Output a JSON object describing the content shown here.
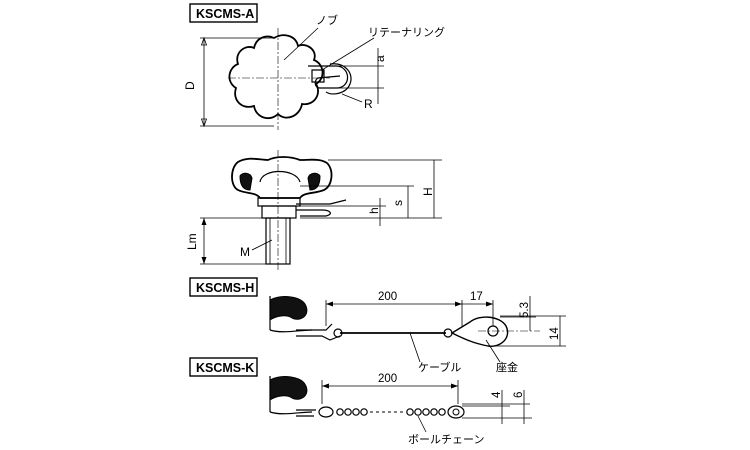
{
  "labels": {
    "kscms_a": "KSCMS-A",
    "kscms_h": "KSCMS-H",
    "kscms_k": "KSCMS-K",
    "knob": "ノブ",
    "retainer_ring": "リテーナリング",
    "cable": "ケーブル",
    "washer": "座金",
    "ball_chain": "ボールチェーン"
  },
  "dimensions": {
    "d": "D",
    "a": "a",
    "r": "R",
    "h_upper": "H",
    "s": "s",
    "h_lower": "h",
    "lm": "Lm",
    "m": "M",
    "h_length": "200",
    "h_tail": "17",
    "h_height": "5.3",
    "h_washer": "14",
    "k_length": "200",
    "k_4": "4",
    "k_6": "6"
  }
}
